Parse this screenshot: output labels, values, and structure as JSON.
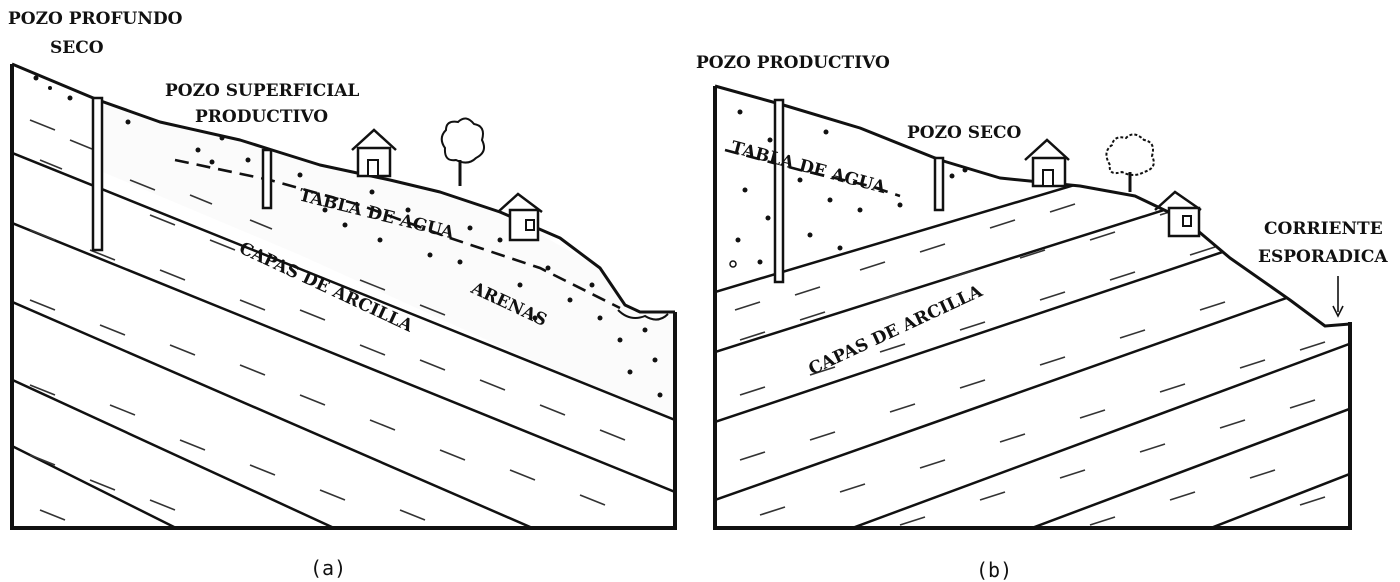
{
  "panel_a": {
    "caption": "(a)",
    "labels": {
      "deep_dry_well_line1": "POZO PROFUNDO",
      "deep_dry_well_line2": "SECO",
      "shallow_well_line1": "POZO SUPERFICIAL",
      "shallow_well_line2": "PRODUCTIVO",
      "water_table": "TABLA DE AGUA",
      "clay_layers": "CAPAS DE ARCILLA",
      "sands": "ARENAS"
    }
  },
  "panel_b": {
    "caption": "(b)",
    "labels": {
      "productive_well": "POZO PRODUCTIVO",
      "dry_well": "POZO SECO",
      "water_table": "TABLA DE AGUA",
      "clay_layers": "CAPAS DE ARCILLA",
      "stream_line1": "CORRIENTE",
      "stream_line2": "ESPORADICA"
    }
  }
}
